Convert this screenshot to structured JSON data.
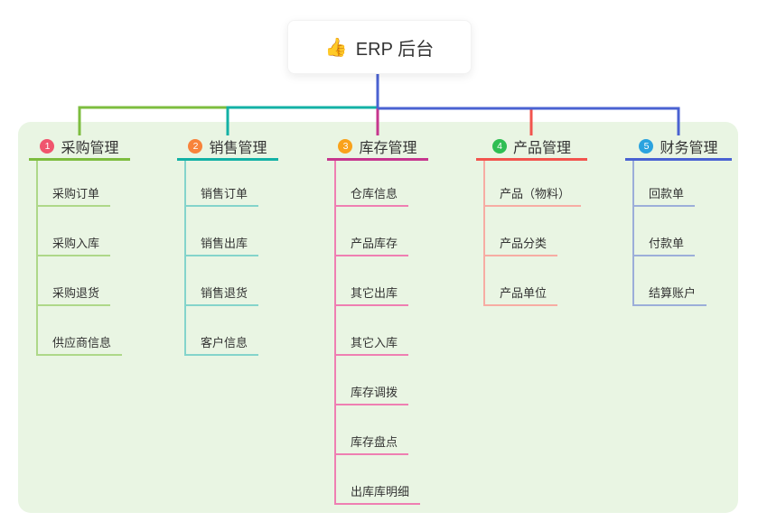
{
  "root": {
    "icon": "👍",
    "title": "ERP 后台"
  },
  "theme": {
    "page_bg": "#FFFFFF",
    "canvas_bg": "#E9F5E3",
    "text_color": "#333333"
  },
  "branches": [
    {
      "number": "1",
      "label": "采购管理",
      "colors": {
        "line": "#7DBD3F",
        "light": "#AED889",
        "badge": "#F0556E"
      },
      "children": [
        "采购订单",
        "采购入库",
        "采购退货",
        "供应商信息"
      ]
    },
    {
      "number": "2",
      "label": "销售管理",
      "colors": {
        "line": "#13B1A5",
        "light": "#84D4CB",
        "badge": "#F8833B"
      },
      "children": [
        "销售订单",
        "销售出库",
        "销售退货",
        "客户信息"
      ]
    },
    {
      "number": "3",
      "label": "库存管理",
      "colors": {
        "line": "#C6368E",
        "light": "#EF7FB2",
        "badge": "#F9A21B"
      },
      "children": [
        "仓库信息",
        "产品库存",
        "其它出库",
        "其它入库",
        "库存调拨",
        "库存盘点",
        "出库库明细"
      ]
    },
    {
      "number": "4",
      "label": "产品管理",
      "colors": {
        "line": "#F2544E",
        "light": "#F7ACA3",
        "badge": "#2FBE53"
      },
      "children": [
        "产品（物料）",
        "产品分类",
        "产品单位"
      ]
    },
    {
      "number": "5",
      "label": "财务管理",
      "colors": {
        "line": "#4A62D2",
        "light": "#9CAED9",
        "badge": "#2BA3DF"
      },
      "children": [
        "回款单",
        "付款单",
        "结算账户"
      ]
    }
  ]
}
